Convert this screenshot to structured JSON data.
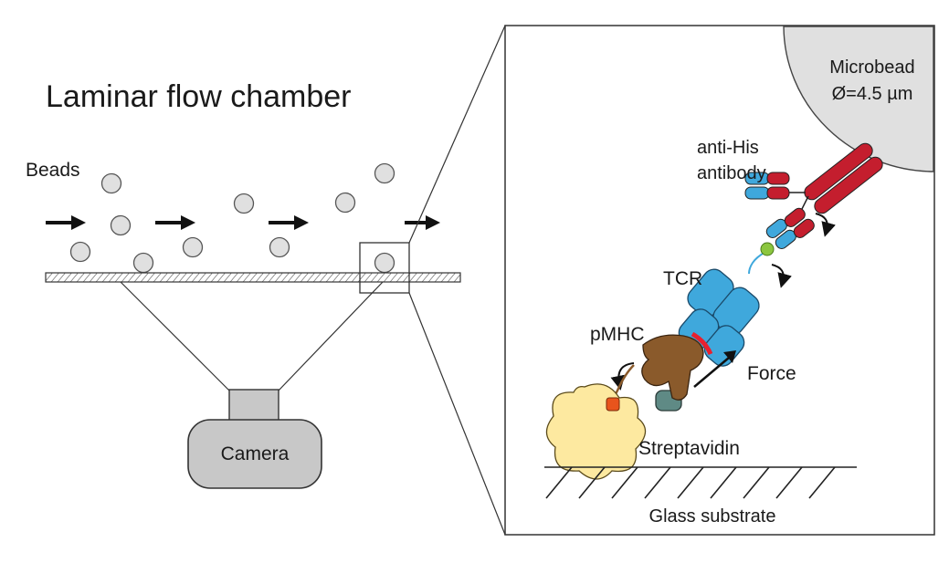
{
  "title": "Laminar flow chamber",
  "labels": {
    "beads": "Beads",
    "camera": "Camera",
    "microbead_line1": "Microbead",
    "microbead_line2": "Ø=4.5 µm",
    "antihis_line1": "anti-His",
    "antihis_line2": "antibody",
    "tcr": "TCR",
    "pmhc": "pMHC",
    "force": "Force",
    "streptavidin": "Streptavidin",
    "glass_substrate": "Glass substrate"
  },
  "colors": {
    "antibody_red": "#c41e2e",
    "antibody_blue": "#3fa8dc",
    "tcr_blue": "#3fa8dc",
    "pmhc_brown": "#8a5a2b",
    "b2m_teal": "#5f8a85",
    "streptavidin_yellow": "#fde9a0",
    "biotin_orange": "#e8541c",
    "his_tag_green": "#8cc63f",
    "bead_gray": "#e0e0e0",
    "camera_gray": "#c8c8c8"
  }
}
